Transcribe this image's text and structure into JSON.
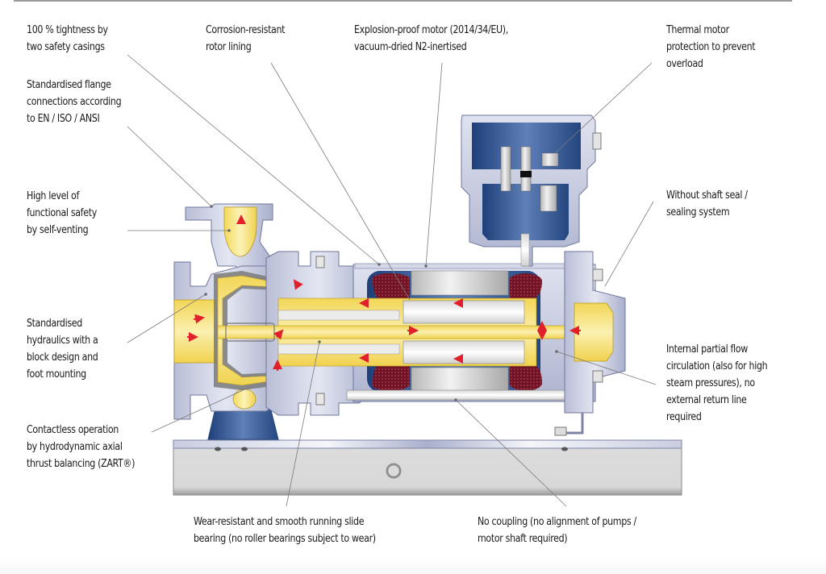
{
  "figure": {
    "title": "Canned motor pump cross-section with feature callouts",
    "colors": {
      "casing": "#c9cde0",
      "casing_dark": "#8e96b8",
      "fluid": "#f6e27a",
      "motor_blue": "#2d4f8c",
      "winding": "#7a1a2a",
      "flow_arrow": "#e0202a",
      "stator_steel": "#cfcfcf",
      "baseplate": "#d9d9d9",
      "leader_line": "#7a7a7a",
      "rule": "#9a9a9a"
    }
  },
  "callouts": [
    {
      "id": "tightness",
      "lines": [
        "100 % tightness by",
        "two safety casings"
      ]
    },
    {
      "id": "rotor-lining",
      "lines": [
        "Corrosion-resistant",
        "rotor lining"
      ]
    },
    {
      "id": "explosion-proof",
      "lines": [
        "Explosion-proof motor (2014/34/EU),",
        "vacuum-dried N2-inertised"
      ]
    },
    {
      "id": "thermal-protection",
      "lines": [
        "Thermal motor",
        "protection to prevent",
        "overload"
      ]
    },
    {
      "id": "flange",
      "lines": [
        "Standardised flange",
        "connections according",
        "to EN / ISO / ANSI"
      ]
    },
    {
      "id": "self-venting",
      "lines": [
        "High level of",
        "functional safety",
        "by self-venting"
      ]
    },
    {
      "id": "shaft-seal",
      "lines": [
        "Without shaft seal /",
        "sealing system"
      ]
    },
    {
      "id": "hydraulics",
      "lines": [
        "Standardised",
        "hydraulics with a",
        "block design and",
        "foot mounting"
      ]
    },
    {
      "id": "partial-flow",
      "lines": [
        "Internal partial flow",
        "circulation (also for high",
        "steam pressures), no",
        "external return line",
        "required"
      ]
    },
    {
      "id": "zart",
      "lines": [
        "Contactless operation",
        "by hydrodynamic axial",
        "thrust balancing (ZART®)"
      ]
    },
    {
      "id": "slide-bearing",
      "lines": [
        "Wear-resistant and smooth running slide",
        "bearing (no roller bearings subject to wear)"
      ]
    },
    {
      "id": "no-coupling",
      "lines": [
        "No coupling (no alignment of pumps /",
        "motor shaft required)"
      ]
    }
  ]
}
